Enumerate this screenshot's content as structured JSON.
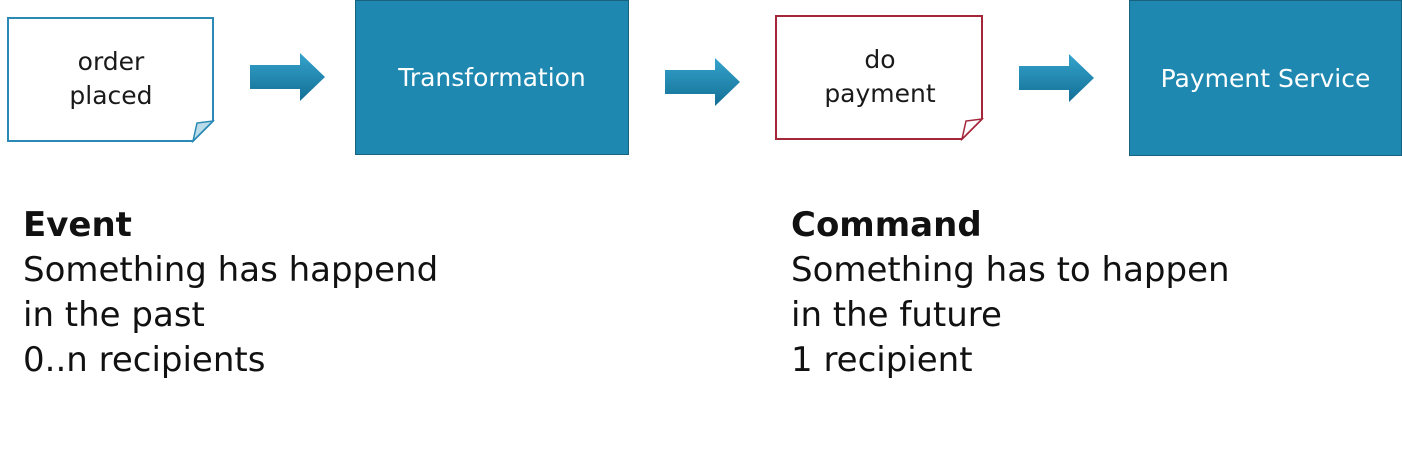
{
  "colors": {
    "process_fill": "#1f88b0",
    "event_border": "#2a8ab5",
    "command_border": "#a3263a",
    "arrow_color": "#1f88b0"
  },
  "event_note": {
    "line1": "order",
    "line2": "placed"
  },
  "transformation_box": {
    "label": "Transformation"
  },
  "command_note": {
    "line1": "do",
    "line2": "payment"
  },
  "payment_box": {
    "label": "Payment Service"
  },
  "event_caption": {
    "heading": "Event",
    "line1": "Something has happend",
    "line2": "in the past",
    "line3": "0..n recipients"
  },
  "command_caption": {
    "heading": "Command",
    "line1": "Something has to happen",
    "line2": "in the future",
    "line3": "1 recipient"
  }
}
